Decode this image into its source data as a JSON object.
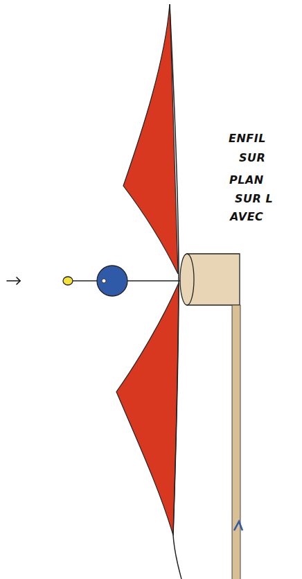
{
  "diagram": {
    "labels": [
      "ENFIL",
      "SUR",
      "PLAN",
      "SUR L",
      "AVEC"
    ]
  }
}
